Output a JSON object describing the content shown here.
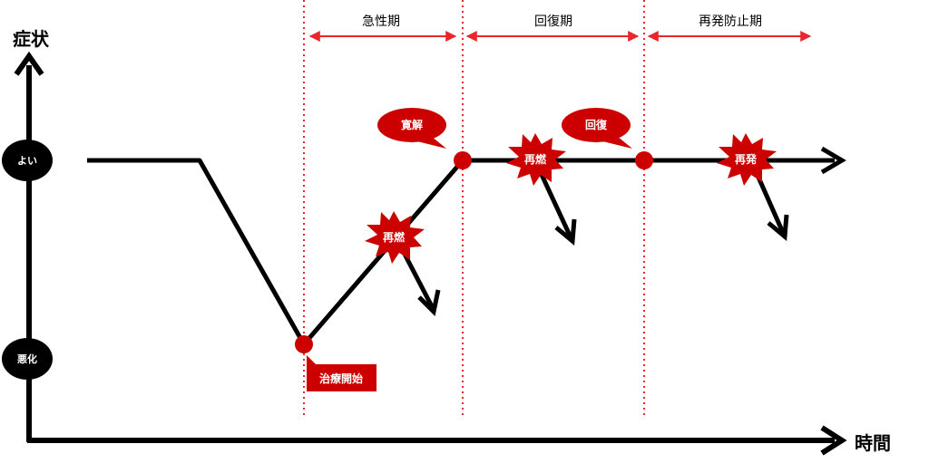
{
  "axes": {
    "y_label": "症状",
    "x_label": "時間",
    "y_levels": {
      "good": "よい",
      "bad": "悪化"
    }
  },
  "phases": {
    "acute": "急性期",
    "recovery": "回復期",
    "prevention": "再発防止期"
  },
  "markers": {
    "treatment_start": "治療開始",
    "remission": "寛解",
    "recovery": "回復"
  },
  "relapse_bursts": {
    "relapse_1": "再燃",
    "relapse_2": "再燃",
    "recurrence": "再発"
  },
  "colors": {
    "accent_red": "#cc0000",
    "line_black": "#000000",
    "guide_red": "#e8262b"
  }
}
